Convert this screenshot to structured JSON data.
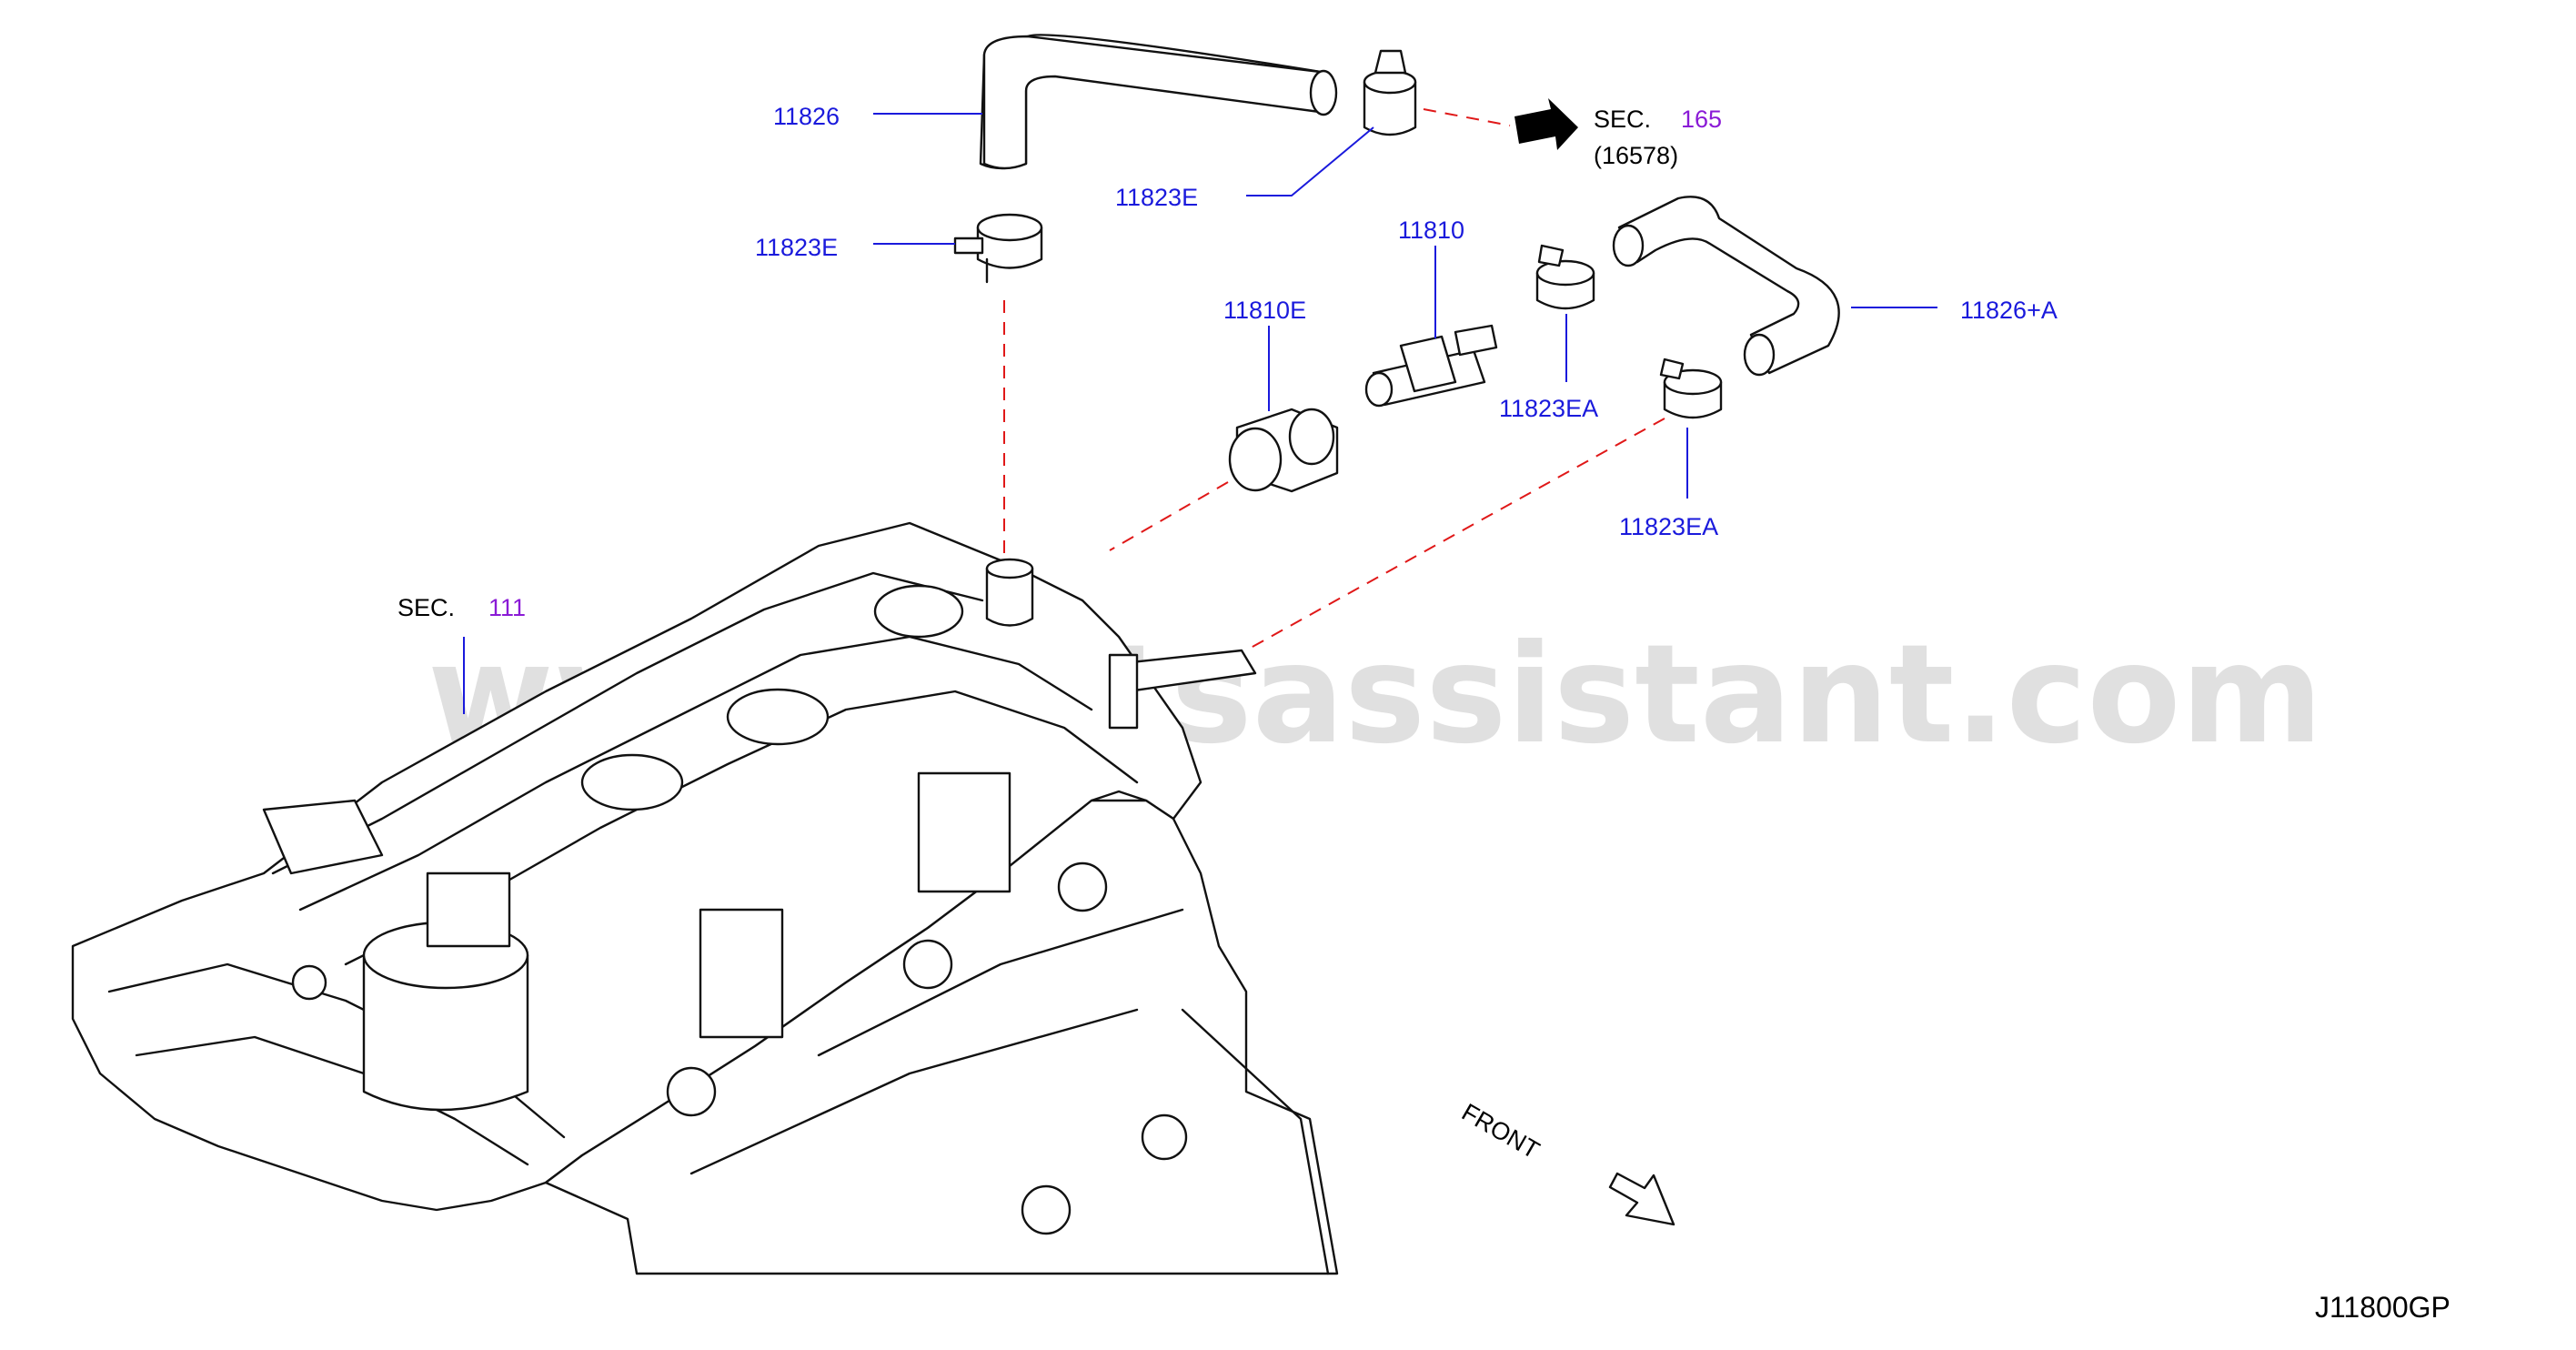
{
  "watermark": "www.partsassistant.com",
  "diagram_code": "J11800GP",
  "front_label": "FRONT",
  "callouts": {
    "hose_top": "11826",
    "clamp_top_right": "11823E",
    "clamp_left": "11823E",
    "pcv_valve": "11810",
    "grommet": "11810E",
    "hose_right": "11826+A",
    "clamp_ea_upper": "11823EA",
    "clamp_ea_lower": "11823EA"
  },
  "sections": {
    "sec_165": {
      "prefix": "SEC.",
      "number": "165",
      "sub": "(16578)"
    },
    "sec_111": {
      "prefix": "SEC.",
      "number": "111"
    }
  },
  "colors": {
    "callout": "#1a1adc",
    "section_ref": "#8a1ad6",
    "dash_line": "#e01818",
    "line_art": "#111111"
  }
}
